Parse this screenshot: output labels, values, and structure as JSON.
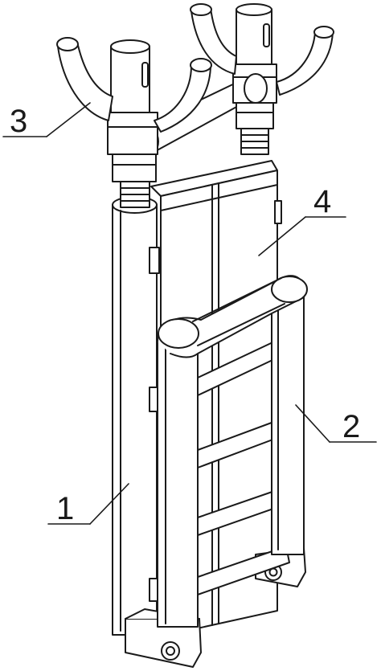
{
  "figure": {
    "labels": [
      {
        "id": "1",
        "text": "1"
      },
      {
        "id": "2",
        "text": "2"
      },
      {
        "id": "3",
        "text": "3"
      },
      {
        "id": "4",
        "text": "4"
      }
    ]
  }
}
